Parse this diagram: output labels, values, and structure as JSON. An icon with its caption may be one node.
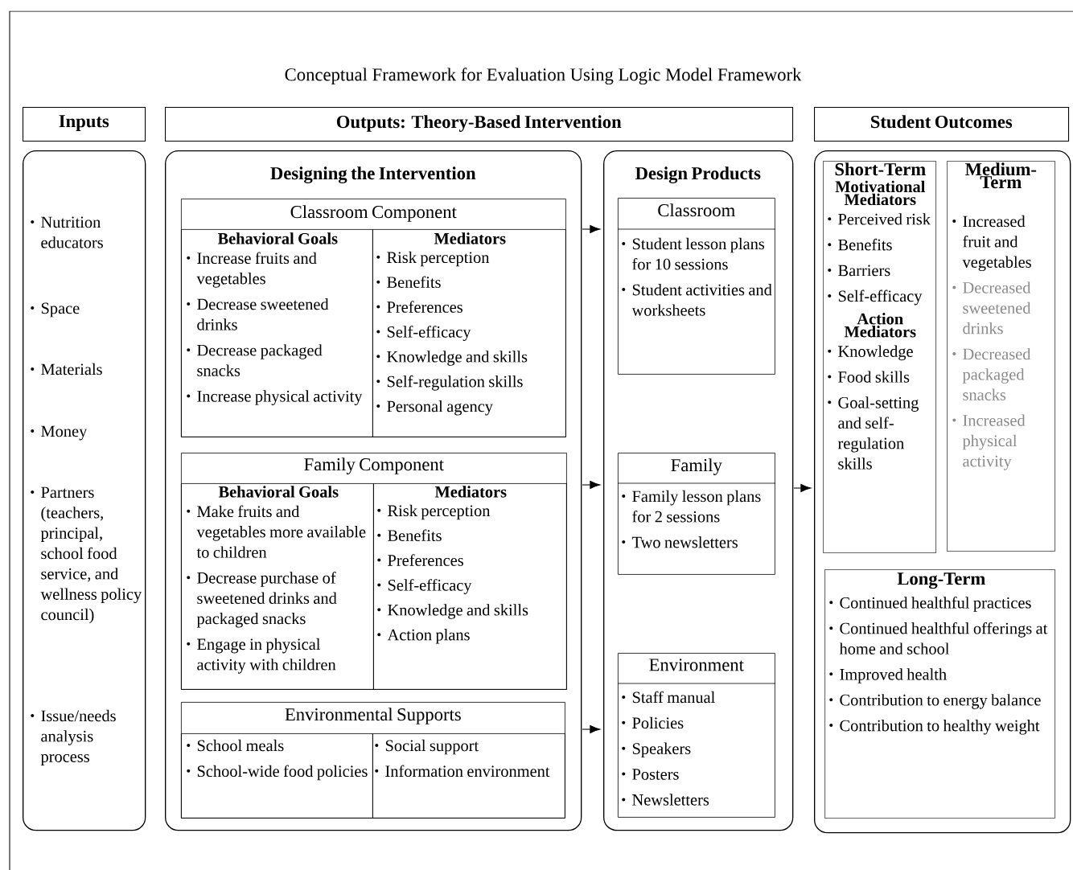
{
  "diagram": {
    "title": "Conceptual Framework for Evaluation Using Logic Model Framework",
    "nodes": [
      {
        "text": [
          "Inputs"
        ]
      },
      {
        "text": [
          "Outputs: Theory-Based Intervention"
        ]
      },
      {
        "text": [
          "Student Outcomes"
        ]
      },
      {
        "text": [
          "Nutrition educators",
          "Space",
          "Materials",
          "Money",
          "Partners (teachers, principal, school food service, and wellness policy council)",
          "Issue/needs analysis process"
        ]
      },
      {
        "text": [
          "Designing the Intervention"
        ]
      },
      {
        "text": [
          "Classroom Component"
        ],
        "in": 4
      },
      {
        "text": [
          "Behavioral Goals",
          "Increase fruits and vegetables",
          "Decrease sweetened drinks",
          "Decrease packaged snacks",
          "Increase physical activity"
        ],
        "in": 5
      },
      {
        "text": [
          "Mediators",
          "Risk perception",
          "Benefits",
          "Preferences",
          "Self-efficacy",
          "Knowledge and skills",
          "Self-regulation skills",
          "Personal agency"
        ],
        "in": 5
      },
      {
        "text": [
          "Family Component"
        ],
        "in": 4
      },
      {
        "text": [
          "Behavioral Goals",
          "Make fruits and vegetables more available to children",
          "Decrease purchase of sweetened drinks and packaged snacks",
          "Engage in physical activity with children"
        ],
        "in": 8
      },
      {
        "text": [
          "Mediators",
          "Risk perception",
          "Benefits",
          "Preferences",
          "Self-efficacy",
          "Knowledge and skills",
          "Action plans"
        ],
        "in": 8
      },
      {
        "text": [
          "Environmental Supports"
        ],
        "in": 4
      },
      {
        "text": [
          "School meals",
          "School-wide food policies"
        ],
        "in": 11
      },
      {
        "text": [
          "Social support",
          "Information environment"
        ],
        "in": 11
      },
      {
        "text": [
          "Design Products"
        ]
      },
      {
        "text": [
          "Classroom",
          "Student lesson plans for 10 sessions",
          "Student activities and worksheets"
        ],
        "in": 14
      },
      {
        "text": [
          "Family",
          "Family lesson plans for 2 sessions",
          "Two newsletters"
        ],
        "in": 14
      },
      {
        "text": [
          "Environment",
          "Staff manual",
          "Policies",
          "Speakers",
          "Posters",
          "Newsletters"
        ],
        "in": 14
      },
      {
        "text": [],
        "shape": "box"
      },
      {
        "text": [
          "Short-Term",
          "Motivational Mediators",
          "Perceived risk",
          "Benefits",
          "Barriers",
          "Self-efficacy",
          "Action Mediators",
          "Knowledge",
          "Food skills",
          "Goal-setting and self-regulation skills"
        ],
        "in": 18
      },
      {
        "text": [
          "Medium-Term",
          "Increased fruit and vegetables",
          "Decreased sweetened drinks",
          "Decreased packaged snacks",
          "Increased physical activity"
        ],
        "in": 18
      },
      {
        "text": [
          "Long-Term",
          "Continued healthful practices",
          "Continued healthful offerings at home and school",
          "Improved health",
          "Contribution to energy balance",
          "Contribution to healthy weight"
        ],
        "in": 18
      }
    ],
    "edges": [
      {
        "from": 4,
        "to": 14,
        "arrow": "to"
      },
      {
        "from": 4,
        "to": 14,
        "arrow": "to"
      },
      {
        "from": 4,
        "to": 14,
        "arrow": "to"
      },
      {
        "from": 14,
        "to": 18,
        "arrow": "to"
      }
    ]
  }
}
